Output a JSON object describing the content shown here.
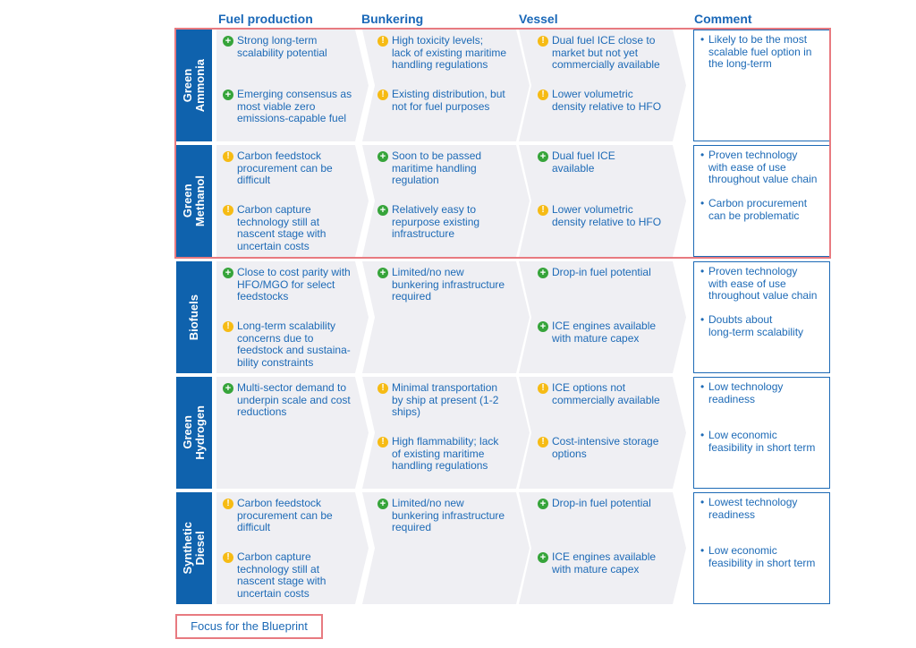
{
  "headers": {
    "fuel": "Fuel production",
    "bunkering": "Bunkering",
    "vessel": "Vessel",
    "comment": "Comment"
  },
  "rows": [
    {
      "label": "Green\nAmmonia",
      "cells": [
        [
          {
            "type": "plus",
            "text": "Strong long-term\nscalability potential"
          },
          {
            "type": "plus",
            "text": "Emerging consensus as\nmost viable zero\nemissions-capable fuel"
          }
        ],
        [
          {
            "type": "warn",
            "text": "High toxicity levels;\nlack of existing maritime\nhandling regulations"
          },
          {
            "type": "warn",
            "text": "Existing distribution, but\nnot for fuel purposes"
          }
        ],
        [
          {
            "type": "warn",
            "text": "Dual fuel ICE close to\nmarket but not yet\ncommercially available"
          },
          {
            "type": "warn",
            "text": "Lower volumetric\ndensity relative to HFO"
          }
        ]
      ],
      "comments": [
        "Likely to be the most\nscalable fuel option in\nthe long-term"
      ]
    },
    {
      "label": "Green\nMethanol",
      "cells": [
        [
          {
            "type": "warn",
            "text": "Carbon feedstock\nprocurement can be\ndifficult"
          },
          {
            "type": "warn",
            "text": "Carbon capture\ntechnology still at\nnascent stage with\nuncertain costs"
          }
        ],
        [
          {
            "type": "plus",
            "text": "Soon to be passed\nmaritime handling\nregulation"
          },
          {
            "type": "plus",
            "text": "Relatively easy to\nrepurpose existing\ninfrastructure"
          }
        ],
        [
          {
            "type": "plus",
            "text": "Dual fuel ICE\navailable"
          },
          {
            "type": "warn",
            "text": "Lower volumetric\ndensity relative to HFO"
          }
        ]
      ],
      "comments": [
        "Proven technology\nwith ease of use\nthroughout value chain",
        "Carbon procurement\ncan be problematic"
      ]
    },
    {
      "label": "Biofuels",
      "cells": [
        [
          {
            "type": "plus",
            "text": "Close to cost parity with\nHFO/MGO for select\nfeedstocks"
          },
          {
            "type": "warn",
            "text": "Long-term scalability\nconcerns due to\nfeedstock and sustaina-\nbility constraints"
          }
        ],
        [
          {
            "type": "plus",
            "text": "Limited/no new\nbunkering infrastructure\nrequired"
          }
        ],
        [
          {
            "type": "plus",
            "text": "Drop-in fuel potential"
          },
          {
            "type": "plus",
            "text": "ICE engines available\nwith mature capex"
          }
        ]
      ],
      "comments": [
        "Proven technology\nwith ease of use\nthroughout value chain",
        "Doubts about\nlong-term scalability"
      ]
    },
    {
      "label": "Green\nHydrogen",
      "cells": [
        [
          {
            "type": "plus",
            "text": "Multi-sector demand to\nunderpin scale and cost\nreductions"
          }
        ],
        [
          {
            "type": "warn",
            "text": "Minimal transportation\nby ship at present (1-2\nships)"
          },
          {
            "type": "warn",
            "text": "High flammability; lack\nof existing maritime\nhandling regulations"
          }
        ],
        [
          {
            "type": "warn",
            "text": "ICE options not\ncommercially available"
          },
          {
            "type": "warn",
            "text": "Cost-intensive storage\noptions"
          }
        ]
      ],
      "comments": [
        "Low technology\nreadiness",
        "Low economic\nfeasibility in short term"
      ]
    },
    {
      "label": "Synthetic\nDiesel",
      "cells": [
        [
          {
            "type": "warn",
            "text": "Carbon feedstock\nprocurement can be\ndifficult"
          },
          {
            "type": "warn",
            "text": "Carbon capture\ntechnology still at\nnascent stage with\nuncertain costs"
          }
        ],
        [
          {
            "type": "plus",
            "text": "Limited/no new\nbunkering infrastructure\nrequired"
          }
        ],
        [
          {
            "type": "plus",
            "text": "Drop-in fuel potential"
          },
          {
            "type": "plus",
            "text": "ICE engines available\nwith mature capex"
          }
        ]
      ],
      "comments": [
        "Lowest technology\nreadiness",
        "Low economic\nfeasibility in short term"
      ]
    }
  ],
  "legend": "Focus for the Blueprint",
  "colors": {
    "blue": "#0f62ad",
    "text": "#1d6ab6",
    "plus": "#36a43a",
    "warn": "#f6bb14",
    "focus": "#e87a80"
  }
}
